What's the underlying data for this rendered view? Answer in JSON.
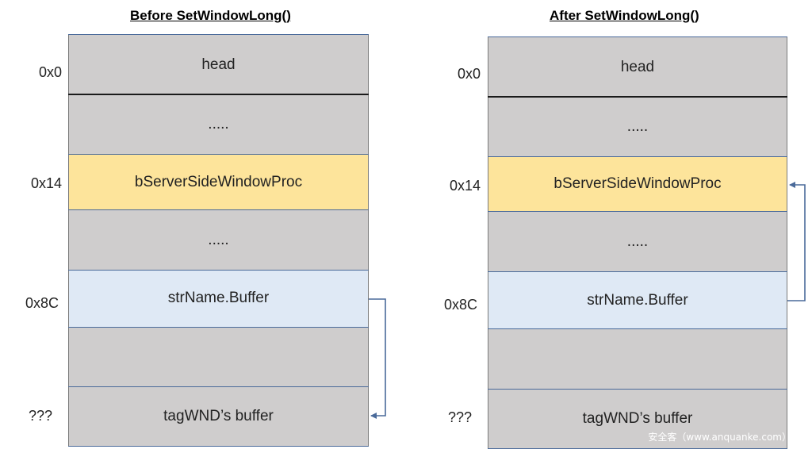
{
  "left": {
    "title": "Before SetWindowLong()",
    "rows": [
      "head",
      ".....",
      "bServerSideWindowProc",
      ".....",
      "strName.Buffer",
      "",
      "tagWND’s buffer"
    ],
    "addresses": [
      "0x0",
      "0x14",
      "0x8C",
      "???"
    ]
  },
  "right": {
    "title": "After SetWindowLong()",
    "rows": [
      "head",
      ".....",
      "bServerSideWindowProc",
      ".....",
      "strName.Buffer",
      "",
      "tagWND’s buffer"
    ],
    "addresses": [
      "0x0",
      "0x14",
      "0x8C",
      "???"
    ]
  },
  "colors": {
    "gray": "#cfcdcd",
    "yellow": "#fde49b",
    "blue": "#dfe9f5",
    "arrow": "#4a6a9a"
  },
  "watermark": "安全客（www.anquanke.com）"
}
